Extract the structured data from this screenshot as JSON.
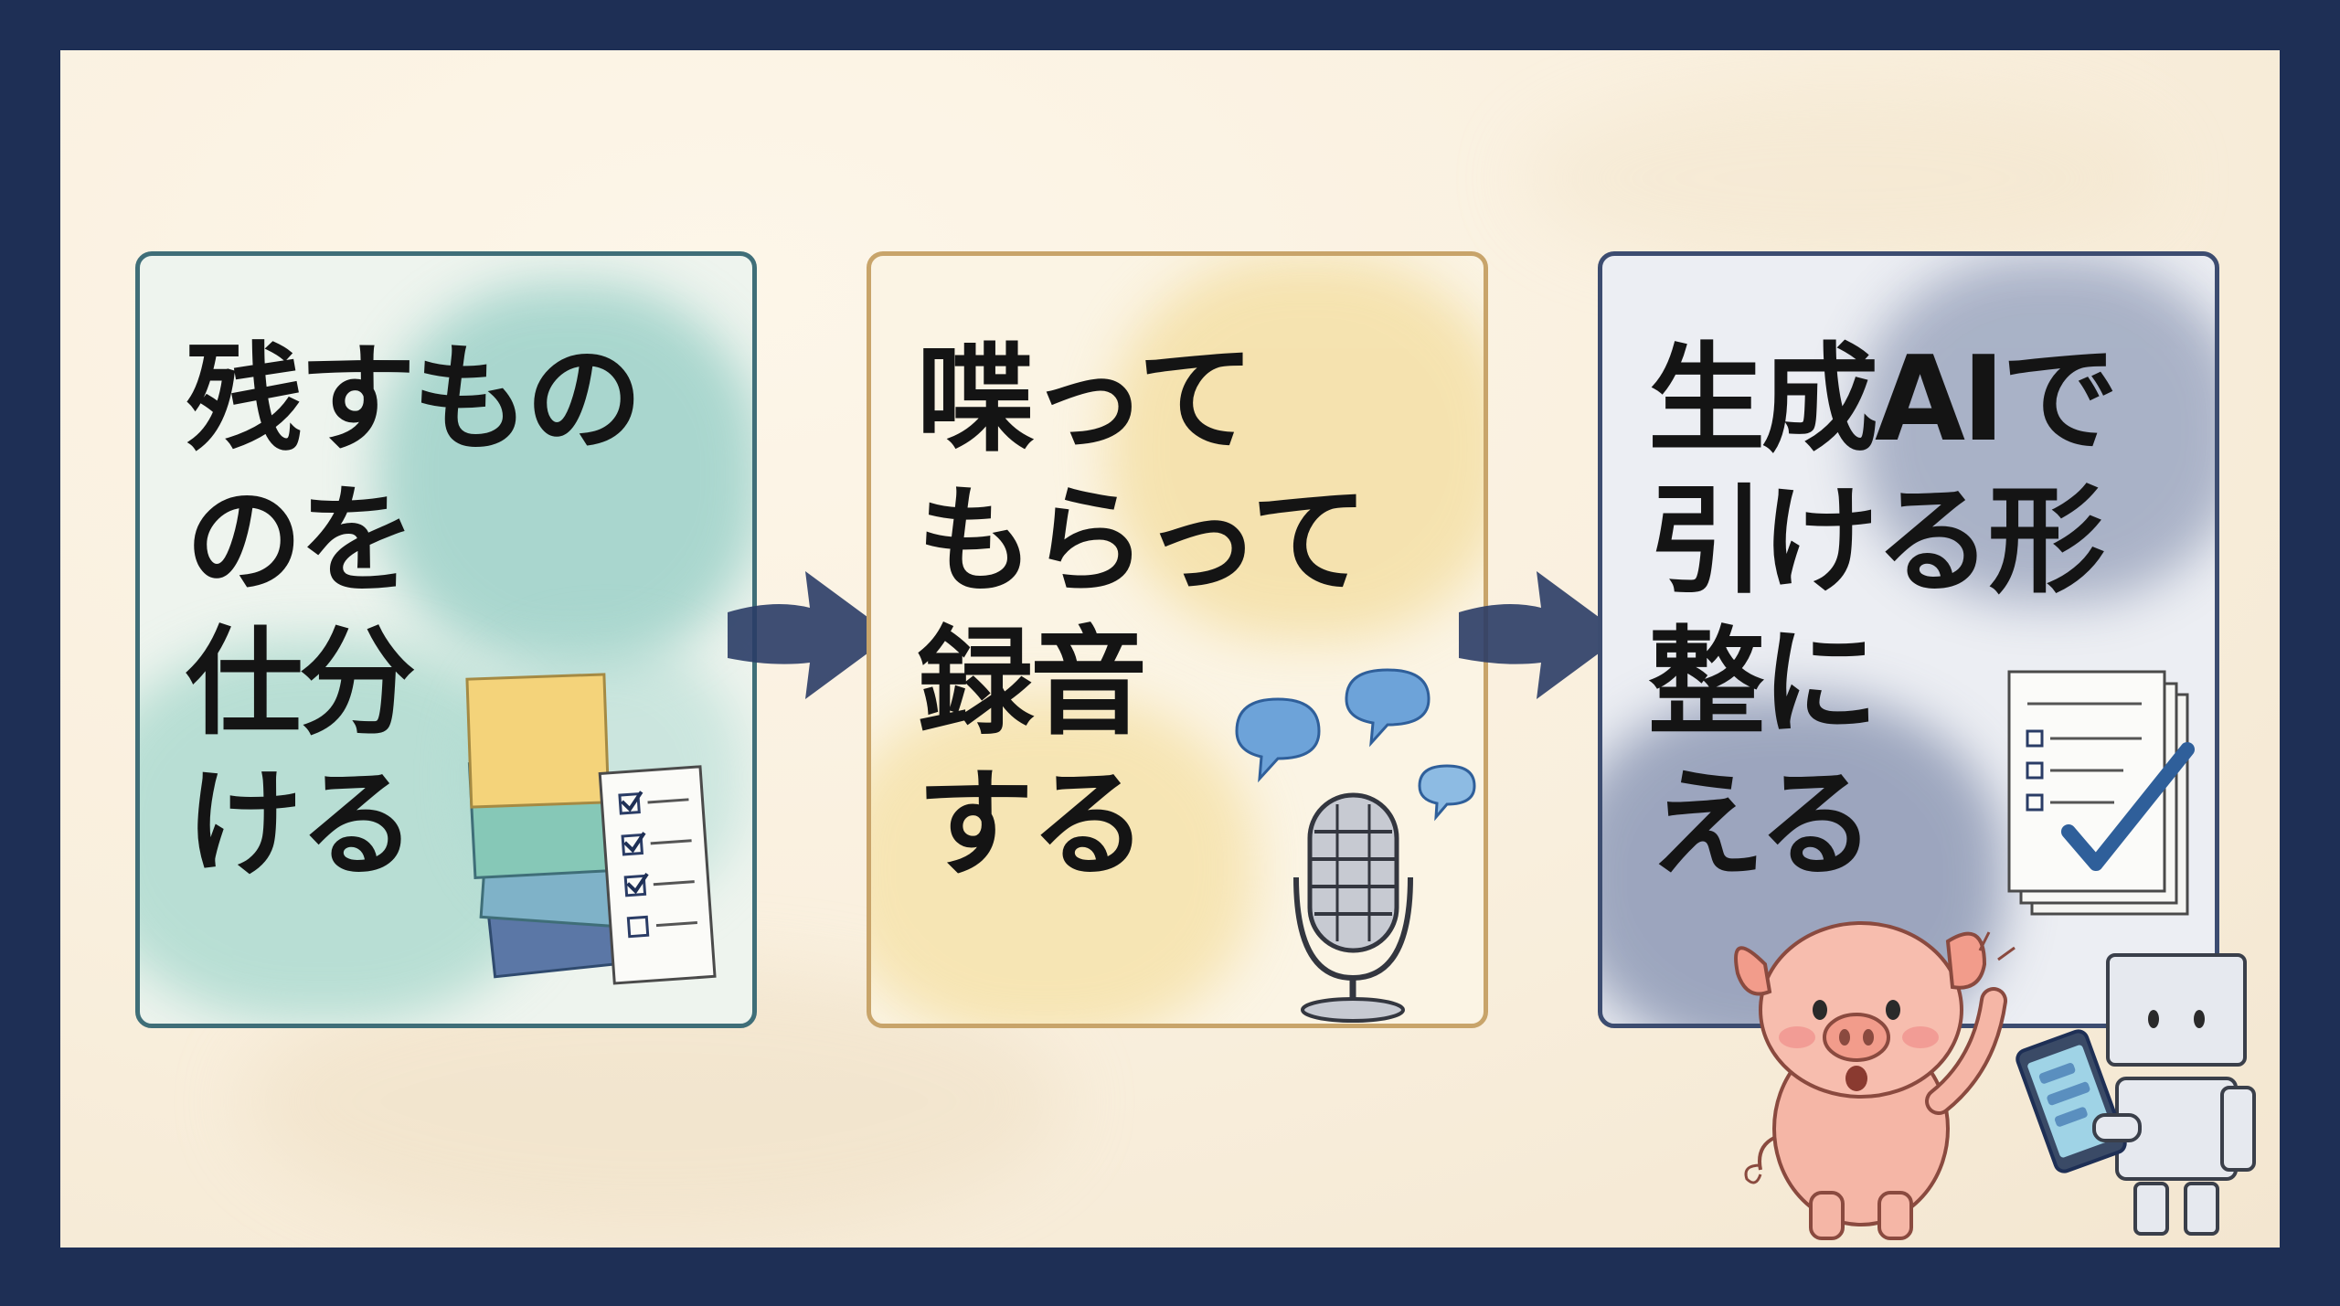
{
  "steps": [
    {
      "lines": [
        "残すもの",
        "のを",
        "仕分",
        "ける"
      ]
    },
    {
      "lines": [
        "喋って",
        "もらって",
        "録音",
        "する"
      ]
    },
    {
      "lines": [
        "生成AIで",
        "引ける形",
        "整に",
        "える"
      ]
    }
  ],
  "colors": {
    "frame": "#1e2f55",
    "panel1_accent": "#7cc3b9",
    "panel2_accent": "#f1d585",
    "panel3_accent": "#5a6a92",
    "arrow": "#2a3c66",
    "text": "#141414"
  }
}
